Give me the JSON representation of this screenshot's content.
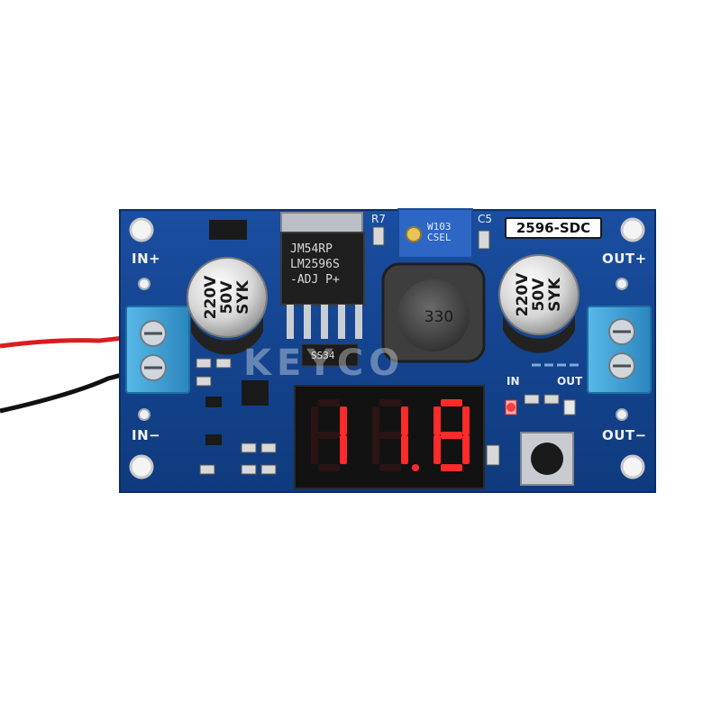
{
  "board": {
    "model_tag": "2596-SDC",
    "in_plus": "IN+",
    "in_minus": "IN−",
    "out_plus": "OUT+",
    "out_minus": "OUT−",
    "led_in": "IN",
    "led_out": "OUT",
    "r7": "R7",
    "c5": "C5",
    "ic_text": "JM54RP\nLM2596S\n-ADJ P+",
    "inductor_value": "330",
    "cap_left": "220V\n50V\nSYK",
    "cap_right": "220V\n50V\nSYK",
    "pot_text": "W103\nCSEL",
    "diode_text": "SS34",
    "watermark": "KEYCO"
  },
  "display": {
    "digits": [
      "1",
      "1",
      "8"
    ],
    "decimal_after_index": 1,
    "color": "#ff2a2a"
  },
  "colors": {
    "pcb": "#123f8a",
    "pcb_edge": "#0d3274",
    "terminal": "#3aa1d8",
    "wire_red": "#d81e1e",
    "wire_black": "#111111"
  }
}
